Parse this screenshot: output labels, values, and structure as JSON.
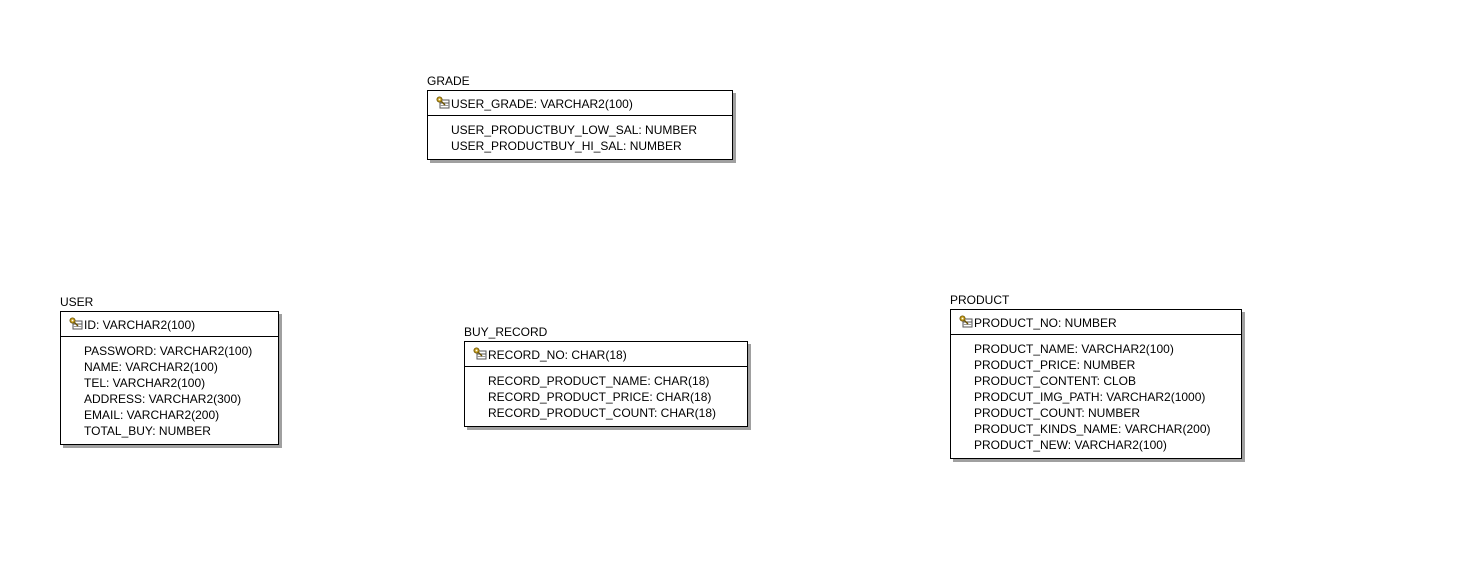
{
  "entities": {
    "grade": {
      "name": "GRADE",
      "pk": "USER_GRADE: VARCHAR2(100)",
      "attributes": [
        "USER_PRODUCTBUY_LOW_SAL: NUMBER",
        "USER_PRODUCTBUY_HI_SAL: NUMBER"
      ]
    },
    "user": {
      "name": "USER",
      "pk": "ID: VARCHAR2(100)",
      "attributes": [
        "PASSWORD: VARCHAR2(100)",
        "NAME: VARCHAR2(100)",
        "TEL: VARCHAR2(100)",
        "ADDRESS: VARCHAR2(300)",
        "EMAIL: VARCHAR2(200)",
        "TOTAL_BUY: NUMBER"
      ]
    },
    "buy_record": {
      "name": "BUY_RECORD",
      "pk": "RECORD_NO: CHAR(18)",
      "attributes": [
        "RECORD_PRODUCT_NAME: CHAR(18)",
        "RECORD_PRODUCT_PRICE: CHAR(18)",
        "RECORD_PRODUCT_COUNT: CHAR(18)"
      ]
    },
    "product": {
      "name": "PRODUCT",
      "pk": "PRODUCT_NO: NUMBER",
      "attributes": [
        "PRODUCT_NAME: VARCHAR2(100)",
        "PRODUCT_PRICE: NUMBER",
        "PRODUCT_CONTENT: CLOB",
        "PRODCUT_IMG_PATH: VARCHAR2(1000)",
        "PRODUCT_COUNT: NUMBER",
        "PRODUCT_KINDS_NAME: VARCHAR(200)",
        "PRODUCT_NEW: VARCHAR2(100)"
      ]
    }
  },
  "icons": {
    "primary_key": "key-icon"
  },
  "colors": {
    "border": "#000000",
    "shadow": "#a0a0a0",
    "key_gold": "#c8a020"
  }
}
